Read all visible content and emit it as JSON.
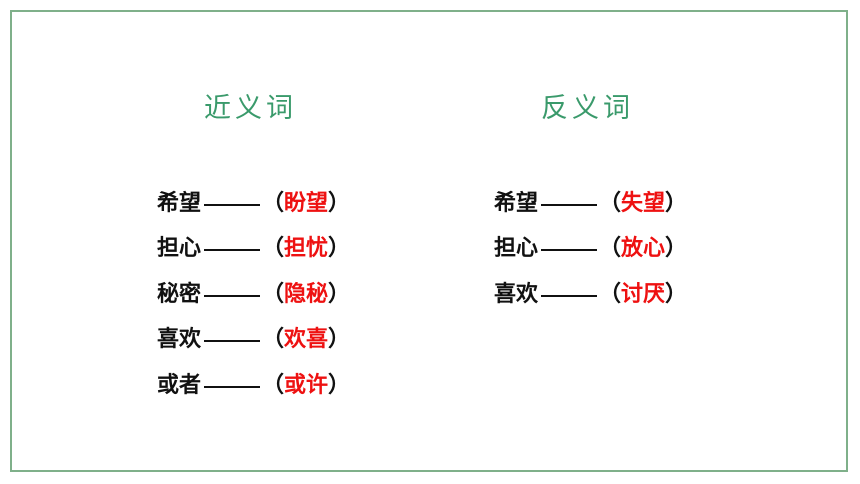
{
  "colors": {
    "border": "#7fb08a",
    "title": "#3a9a6b",
    "text": "#111111",
    "answer": "#ee1111"
  },
  "synonyms": {
    "title": "近义词",
    "items": [
      {
        "word": "希望",
        "answer": "盼望"
      },
      {
        "word": "担心",
        "answer": "担忧"
      },
      {
        "word": "秘密",
        "answer": "隐秘"
      },
      {
        "word": "喜欢",
        "answer": "欢喜"
      },
      {
        "word": "或者",
        "answer": "或许"
      }
    ]
  },
  "antonyms": {
    "title": "反义词",
    "items": [
      {
        "word": "希望",
        "answer": "失望"
      },
      {
        "word": "担心",
        "answer": "放心"
      },
      {
        "word": "喜欢",
        "answer": "讨厌"
      }
    ]
  },
  "punctuation": {
    "open_paren": "（",
    "close_paren": "）"
  }
}
